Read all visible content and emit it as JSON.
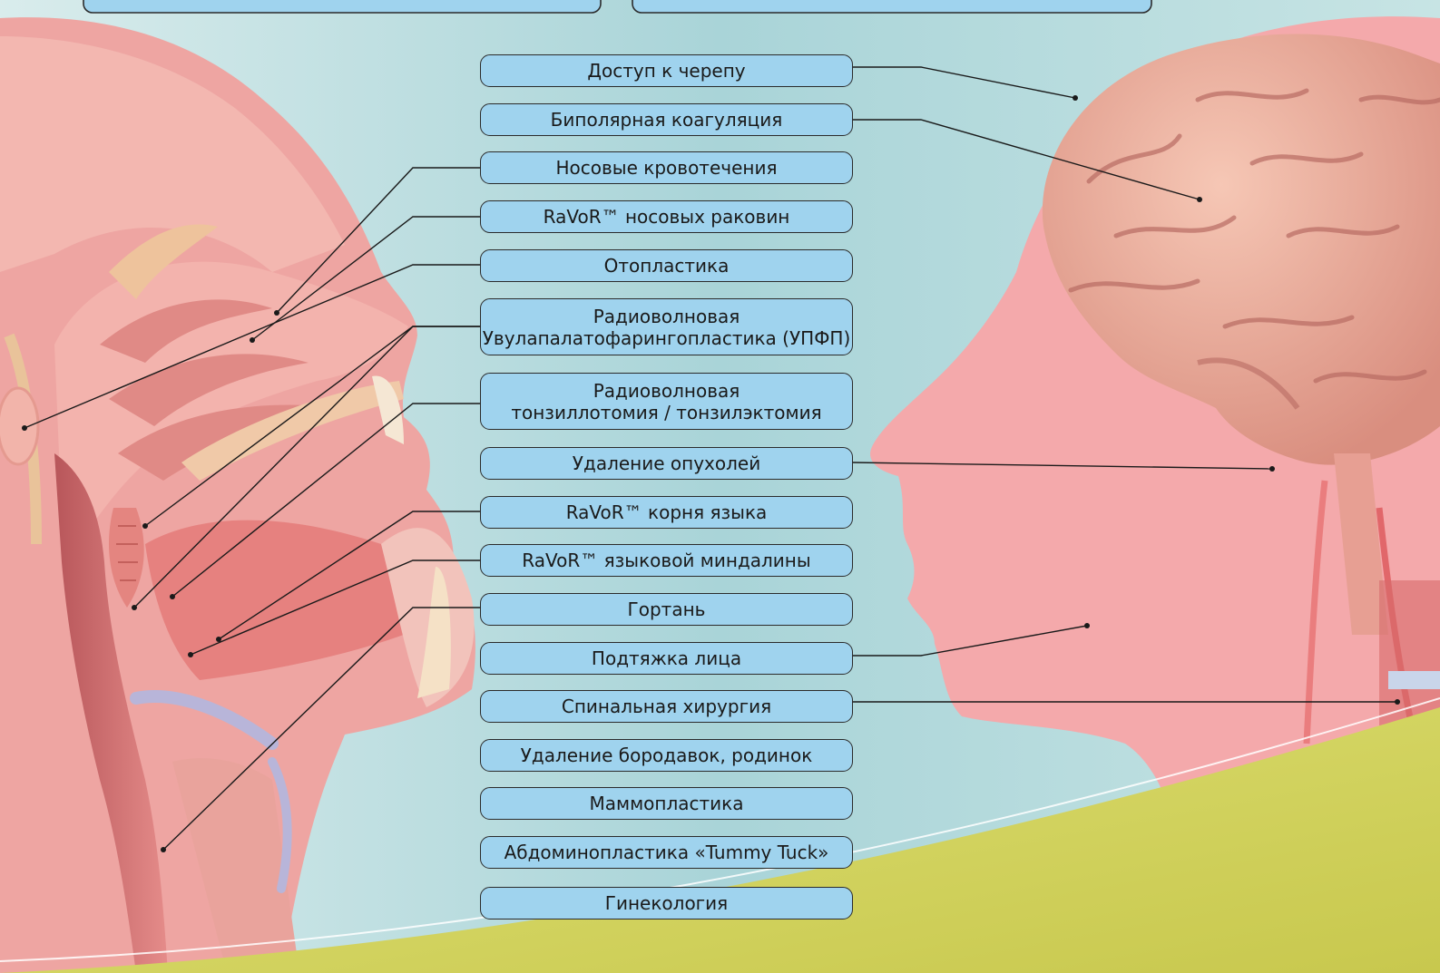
{
  "colors": {
    "background": "#bcdde0",
    "skin": "#f2a9a6",
    "label_fill": "#9fd3ee",
    "label_border": "#2b2b2b",
    "ground": "#d3d565"
  },
  "labels": [
    {
      "lines": [
        "Доступ к черепу"
      ]
    },
    {
      "lines": [
        "Биполярная коагуляция"
      ]
    },
    {
      "lines": [
        "Носовые кровотечения"
      ]
    },
    {
      "lines": [
        "RaVoR™ носовых раковин"
      ]
    },
    {
      "lines": [
        "Отопластика"
      ]
    },
    {
      "lines": [
        "Радиоволновая",
        "Увулапалатофарингопластика (УПФП)"
      ]
    },
    {
      "lines": [
        "Радиоволновая",
        "тонзиллотомия / тонзилэктомия"
      ]
    },
    {
      "lines": [
        "Удаление опухолей"
      ]
    },
    {
      "lines": [
        "RaVoR™ корня языка"
      ]
    },
    {
      "lines": [
        "RaVoR™ языковой миндалины"
      ]
    },
    {
      "lines": [
        "Гортань"
      ]
    },
    {
      "lines": [
        "Подтяжка лица"
      ]
    },
    {
      "lines": [
        "Спинальная хирургия"
      ]
    },
    {
      "lines": [
        "Удаление бородавок, родинок"
      ]
    },
    {
      "lines": [
        "Маммопластика"
      ]
    },
    {
      "lines": [
        "Абдоминопластика  «Tummy Tuck»"
      ]
    },
    {
      "lines": [
        "Гинекология"
      ]
    }
  ]
}
